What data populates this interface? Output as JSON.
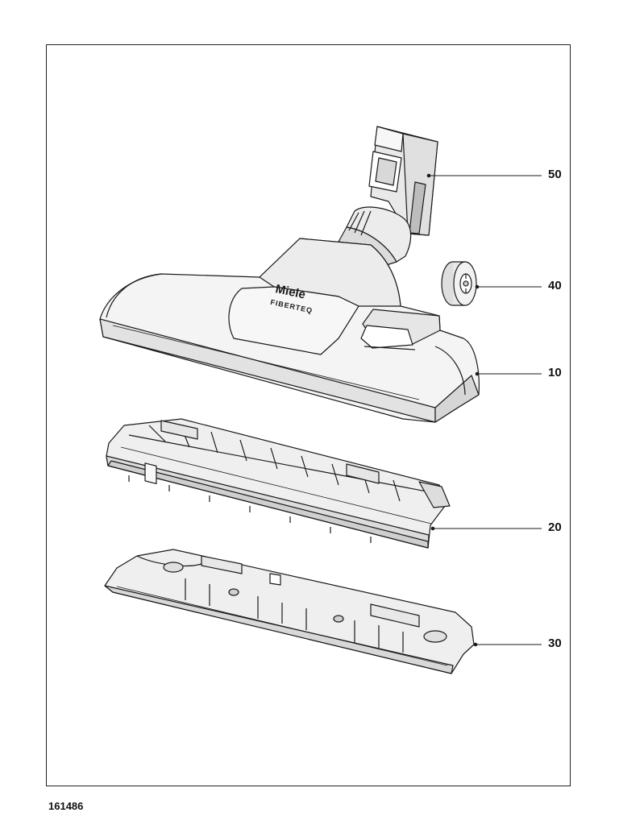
{
  "diagram": {
    "brand_logo_text": "Miele",
    "product_text": "FIBERTEQ",
    "callouts": [
      {
        "label": "50",
        "part": "swivel-neck"
      },
      {
        "label": "40",
        "part": "wheel"
      },
      {
        "label": "10",
        "part": "upper-housing"
      },
      {
        "label": "20",
        "part": "sole-plate-frame"
      },
      {
        "label": "30",
        "part": "base-plate"
      }
    ]
  },
  "document_number": "161486",
  "colors": {
    "line": "#1a1a1a",
    "fill_light": "#f4f4f4",
    "fill_mid": "#e2e2e2",
    "fill_dark": "#cfcfcf"
  }
}
